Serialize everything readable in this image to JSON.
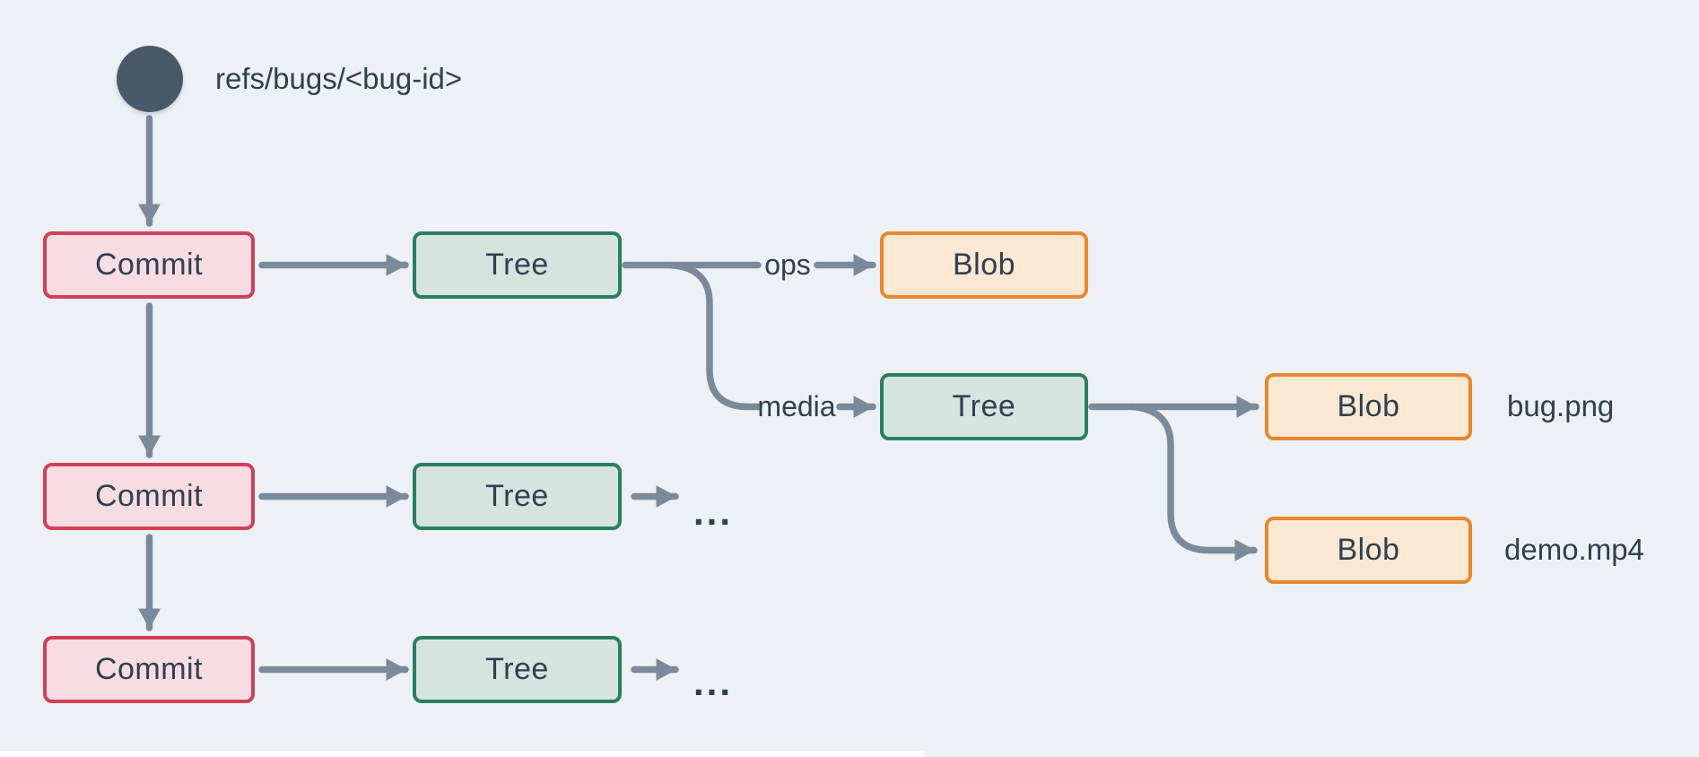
{
  "diagram": {
    "ref_label": "refs/bugs/<bug-id>",
    "nodes": {
      "commit1": "Commit",
      "commit2": "Commit",
      "commit3": "Commit",
      "tree1": "Tree",
      "tree2": "Tree",
      "tree3": "Tree",
      "tree_media": "Tree",
      "blob_ops": "Blob",
      "blob_bug": "Blob",
      "blob_demo": "Blob"
    },
    "edge_labels": {
      "ops": "ops",
      "media": "media"
    },
    "file_labels": {
      "bug": "bug.png",
      "demo": "demo.mp4"
    },
    "ellipsis_row2": "...",
    "ellipsis_row3": "...",
    "colors": {
      "background": "#edf1f5",
      "ink": "#2f4050",
      "arrow": "#7b8a9a",
      "refDot": "#485a6a",
      "commitFill": "#f8dce1",
      "commitBorder": "#cf4057",
      "treeFill": "#d5e4de",
      "treeBorder": "#2a7f60",
      "blobFill": "#fbe7d2",
      "blobBorder": "#e8872f"
    }
  }
}
